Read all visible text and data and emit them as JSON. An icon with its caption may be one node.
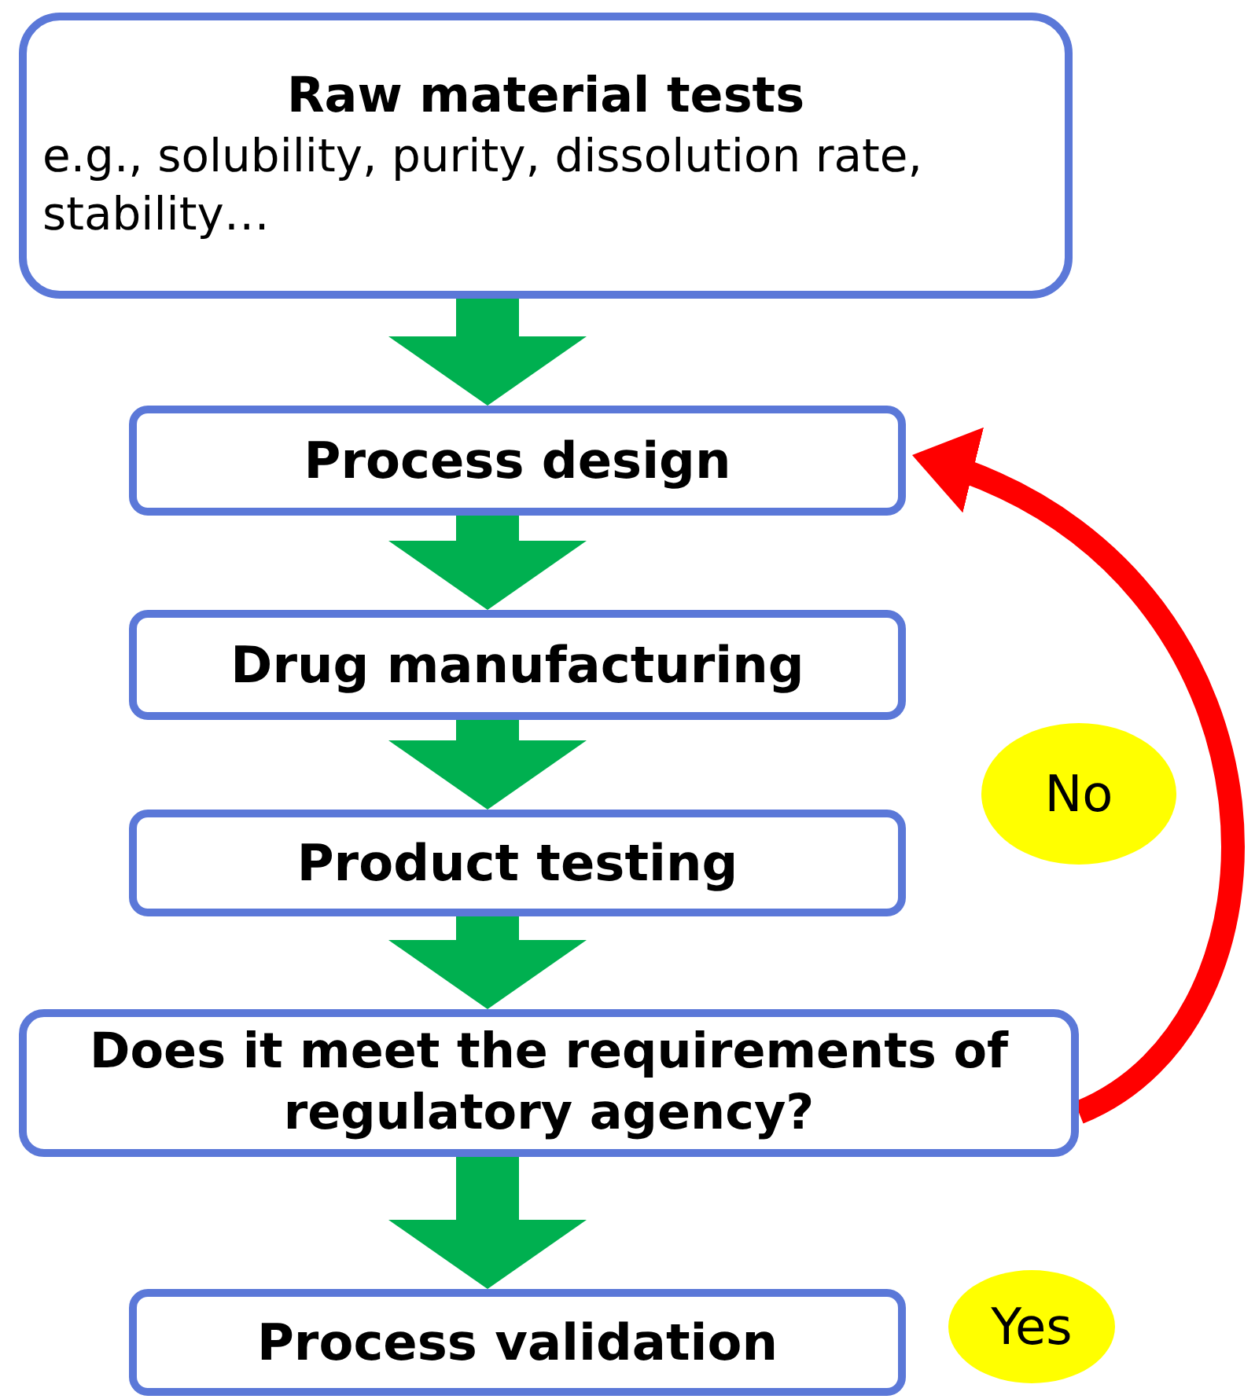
{
  "diagram": {
    "nodes": [
      {
        "text": [
          "Raw material tests",
          "e.g., solubility, purity, dissolution rate, stability…"
        ]
      },
      {
        "text": [
          "Process design"
        ]
      },
      {
        "text": [
          "Drug manufacturing"
        ]
      },
      {
        "text": [
          "Product testing"
        ]
      },
      {
        "text": [
          "Does it meet the requirements of regulatory agency?"
        ]
      },
      {
        "text": [
          "Process validation"
        ]
      },
      {
        "text": [
          "No"
        ]
      },
      {
        "text": [
          "Yes"
        ]
      }
    ],
    "edges": [
      {
        "from": 0,
        "to": 1,
        "arrow": "to"
      },
      {
        "from": 1,
        "to": 2,
        "arrow": "to"
      },
      {
        "from": 2,
        "to": 3,
        "arrow": "to"
      },
      {
        "from": 3,
        "to": 4,
        "arrow": "to"
      },
      {
        "from": 4,
        "to": 5,
        "arrow": "to"
      },
      {
        "from": 4,
        "to": 1,
        "arrow": "to",
        "color": "#ff0000"
      }
    ]
  }
}
